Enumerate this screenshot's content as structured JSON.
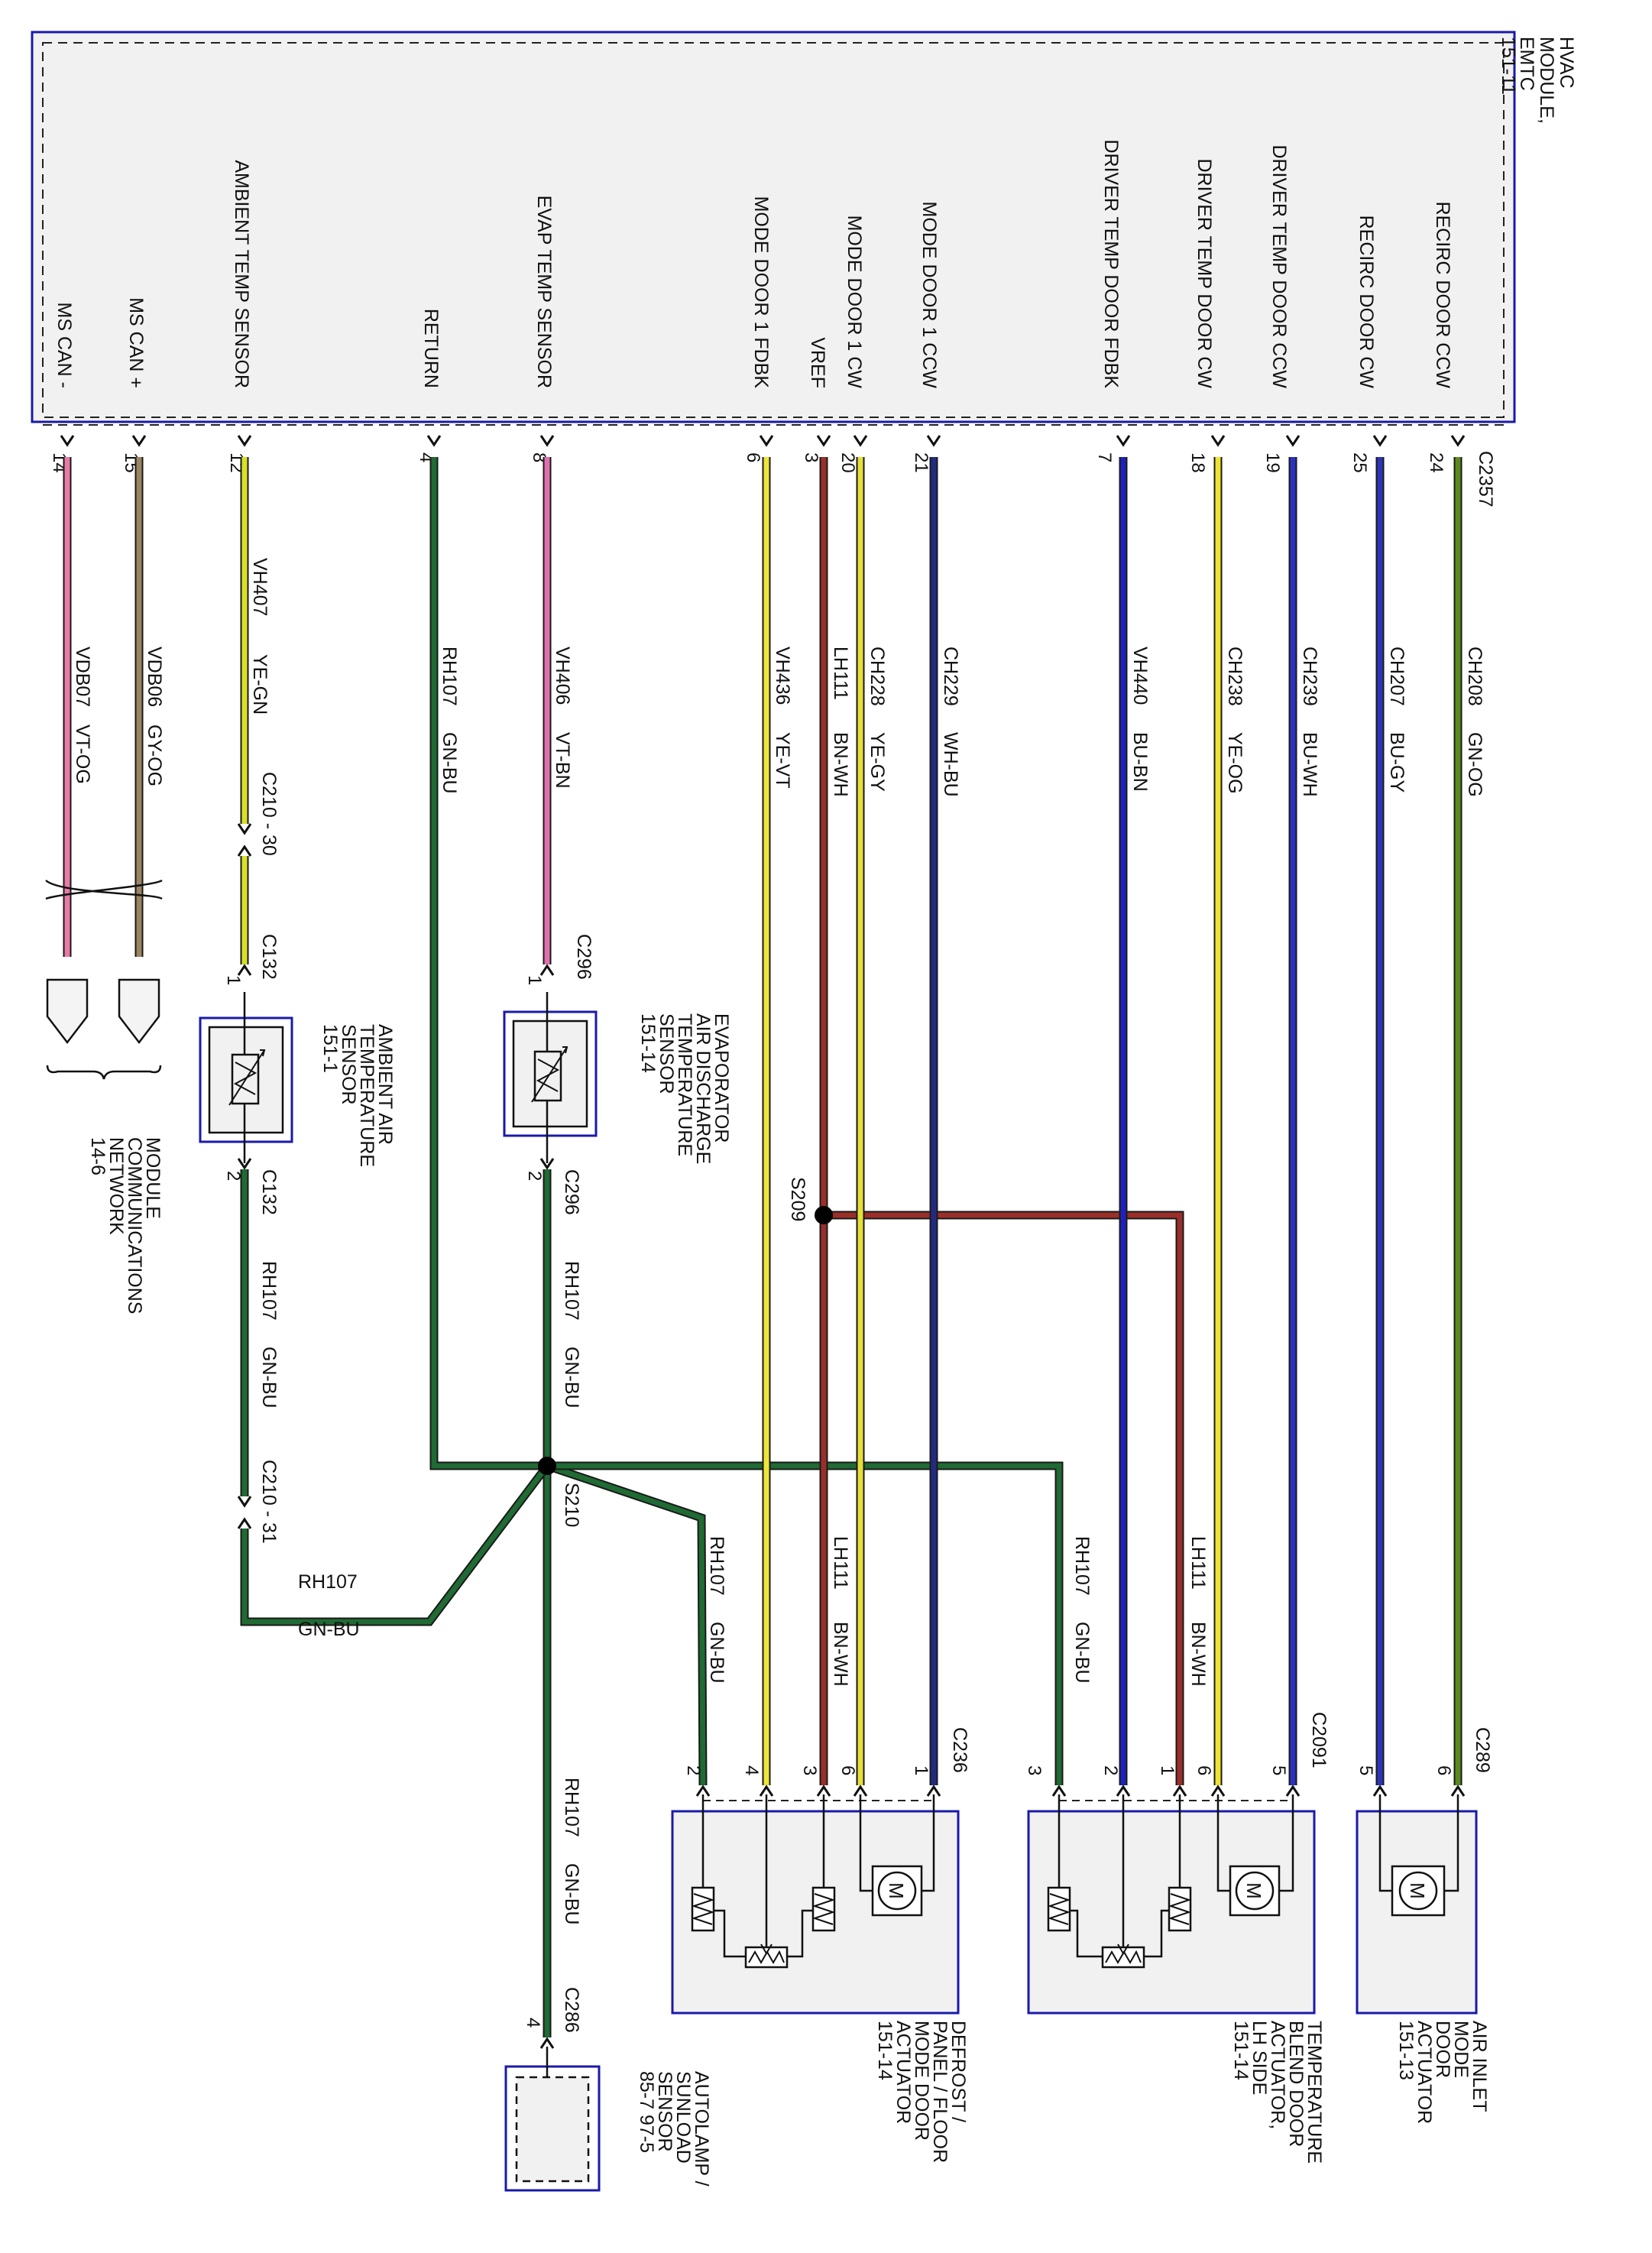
{
  "module": {
    "title_lines": [
      "HVAC",
      "MODULE,",
      "EMTC",
      "151-11"
    ],
    "connector": "C2357",
    "pins": [
      {
        "signal": "MS CAN -",
        "pin": "14"
      },
      {
        "signal": "MS CAN +",
        "pin": "15"
      },
      {
        "signal": "AMBIENT TEMP SENSOR",
        "pin": "12"
      },
      {
        "signal": "RETURN",
        "pin": "4"
      },
      {
        "signal": "EVAP TEMP SENSOR",
        "pin": "8"
      },
      {
        "signal": "MODE DOOR 1 FDBK",
        "pin": "6"
      },
      {
        "signal": "VREF",
        "pin": "3"
      },
      {
        "signal": "MODE DOOR 1 CW",
        "pin": "20"
      },
      {
        "signal": "MODE DOOR 1 CCW",
        "pin": "21"
      },
      {
        "signal": "DRIVER TEMP DOOR FDBK",
        "pin": "7"
      },
      {
        "signal": "DRIVER TEMP DOOR CW",
        "pin": "18"
      },
      {
        "signal": "DRIVER TEMP DOOR CCW",
        "pin": "19"
      },
      {
        "signal": "RECIRC DOOR CW",
        "pin": "25"
      },
      {
        "signal": "RECIRC DOOR CCW",
        "pin": "24"
      }
    ]
  },
  "wires": [
    {
      "circuit": "VDB07",
      "color": "VT-OG"
    },
    {
      "circuit": "VDB06",
      "color": "GY-OG"
    },
    {
      "circuit": "VH407",
      "color": "YE-GN"
    },
    {
      "circuit": "RH107",
      "color": "GN-BU"
    },
    {
      "circuit": "VH406",
      "color": "VT-BN"
    },
    {
      "circuit": "VH436",
      "color": "YE-VT"
    },
    {
      "circuit": "LH111",
      "color": "BN-WH"
    },
    {
      "circuit": "CH228",
      "color": "YE-GY"
    },
    {
      "circuit": "CH229",
      "color": "WH-BU"
    },
    {
      "circuit": "VH440",
      "color": "BU-BN"
    },
    {
      "circuit": "CH238",
      "color": "YE-OG"
    },
    {
      "circuit": "CH239",
      "color": "BU-WH"
    },
    {
      "circuit": "CH207",
      "color": "BU-GY"
    },
    {
      "circuit": "CH208",
      "color": "GN-OG"
    }
  ],
  "inline": {
    "c210_30": "C210 - 30",
    "c210_31": "C210 - 31",
    "c132": "C132",
    "c296": "C296",
    "c286": "C286",
    "c236": "C236",
    "c2091": "C2091",
    "c289": "C289",
    "s209": "S209",
    "s210": "S210",
    "rh107": "RH107",
    "gnbu": "GN-BU",
    "lh111": "LH111",
    "bnwh": "BN-WH"
  },
  "sensor_pins": {
    "amb_pin1": "1",
    "amb_pin2": "2",
    "evap_pin1": "1",
    "evap_pin2": "2",
    "auto_pin": "4"
  },
  "actuator_pins": {
    "mode": [
      "2",
      "4",
      "3",
      "6",
      "1"
    ],
    "temp": [
      "3",
      "2",
      "1",
      "6",
      "5"
    ],
    "air": [
      "5",
      "6"
    ]
  },
  "components": {
    "network": [
      "MODULE",
      "COMMUNICATIONS",
      "NETWORK",
      "14-6"
    ],
    "ambient": [
      "AMBIENT AIR",
      "TEMPERATURE",
      "SENSOR",
      "151-1"
    ],
    "evap": [
      "EVAPORATOR",
      "AIR DISCHARGE",
      "TEMPERATURE",
      "SENSOR",
      "151-14"
    ],
    "autolamp": [
      "AUTOLAMP /",
      "SUNLOAD",
      "SENSOR",
      "85-7  97-5"
    ],
    "mode_act": [
      "DEFROST /",
      "PANEL / FLOOR",
      "MODE DOOR",
      "ACTUATOR",
      "151-14"
    ],
    "temp_act": [
      "TEMPERATURE",
      "BLEND DOOR",
      "ACTUATOR,",
      "LH SIDE",
      "151-14"
    ],
    "air_act": [
      "AIR INLET",
      "MODE",
      "DOOR",
      "ACTUATOR",
      "151-13"
    ]
  },
  "colors": {
    "VT-OG": "#e87aa6",
    "GY-OG": "#9c8462",
    "YE-GN": "#d8e02c",
    "GN-BU": "#1f6b33",
    "VT-BN": "#e070b0",
    "YE-VT": "#eee53a",
    "BN-WH": "#9a2f2a",
    "YE-GY": "#e6de3a",
    "WH-BU": "#232a80",
    "BU-BN": "#1d22b8",
    "YE-OG": "#efe333",
    "BU-WH": "#2b32c0",
    "BU-GY": "#2d34bb",
    "GN-OG": "#5a8a1e",
    "box": "#1a1aaa"
  }
}
